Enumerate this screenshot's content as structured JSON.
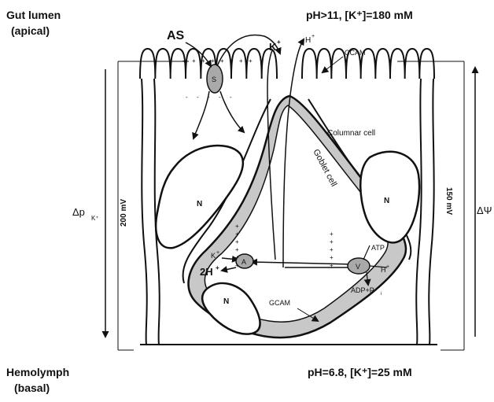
{
  "corner_labels": {
    "top_left_line1": "Gut lumen",
    "top_left_line2": "(apical)",
    "top_right": "pH>11, [K⁺]=180 mM",
    "bottom_left_line1": "Hemolymph",
    "bottom_left_line2": "(basal)",
    "bottom_right": "pH=6.8, [K⁺]=25 mM"
  },
  "apical": {
    "as_label": "AS",
    "symporter_letter": "S",
    "k_ion": "K",
    "k_charge": "+",
    "h_ion": "H",
    "h_charge": "+",
    "ccam_label": "CCAM"
  },
  "cells": {
    "columnar_label": "Columnar cell",
    "goblet_label": "Goblet cell",
    "nucleus_label": "N"
  },
  "transport": {
    "k_in": "K",
    "k_in_charge": "+",
    "two_h": "2H",
    "two_h_charge": "+",
    "antiporter_letter": "A",
    "vatpase_letter": "V",
    "atp": "ATP",
    "h_out": "H",
    "h_out_charge": "+",
    "adp": "ADP+P",
    "adp_sub": "i",
    "gcam_label": "GCAM"
  },
  "potentials": {
    "left_mv": "200 mV",
    "right_mv": "150 mV",
    "left_symbol": "Δp",
    "left_symbol_sub": "K⁺",
    "right_symbol": "ΔΨ"
  },
  "colors": {
    "line": "#111111",
    "goblet_fill": "#c8c8c8",
    "pump_fill": "#a9a9a9",
    "charge_marks": "#777777"
  }
}
